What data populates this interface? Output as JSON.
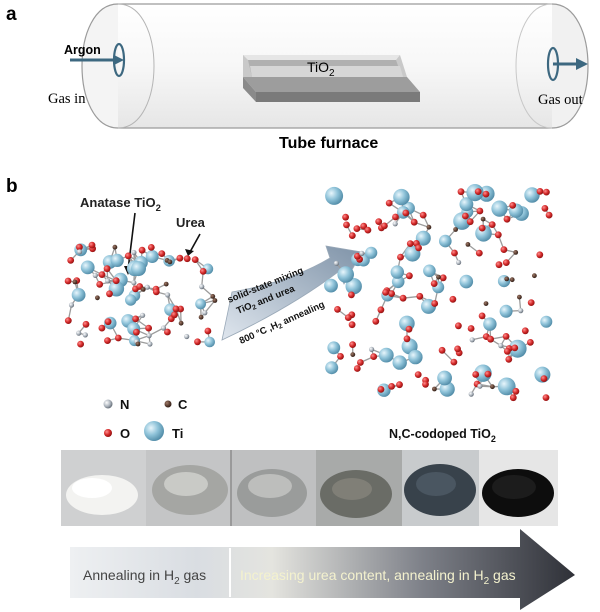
{
  "panel_a": {
    "label": "a",
    "argon": "Argon",
    "gas_in": "Gas in",
    "gas_out": "Gas out",
    "boat_main": "TiO",
    "boat_sub": "2",
    "furnace": "Tube furnace"
  },
  "panel_b": {
    "label": "b",
    "anatase_main": "Anatase  TiO",
    "anatase_sub": "2",
    "urea": "Urea",
    "arrow_l1": "solid-state mixing",
    "arrow_l2_main": "TiO",
    "arrow_l2_sub": "2",
    "arrow_l2_tail": " and urea",
    "arrow_l3_pre": "800 °C ,H",
    "arrow_l3_sub": "2",
    "arrow_l3_tail": " annealing",
    "legend": {
      "n": "N",
      "c": "C",
      "o": "O",
      "ti": "Ti"
    },
    "product_main": "N,C-codoped TiO",
    "product_sub": "2"
  },
  "bottom_arrow": {
    "left_main": "Annealing in H",
    "left_sub": "2",
    "left_tail": " gas",
    "right_main": "Increasing urea content, annealing in H",
    "right_sub": "2",
    "right_tail": " gas"
  },
  "colors": {
    "titanium": "#8fc3d9",
    "oxygen": "#d42a2a",
    "nitrogen": "#9aa3ad",
    "carbon": "#5a3d31"
  }
}
